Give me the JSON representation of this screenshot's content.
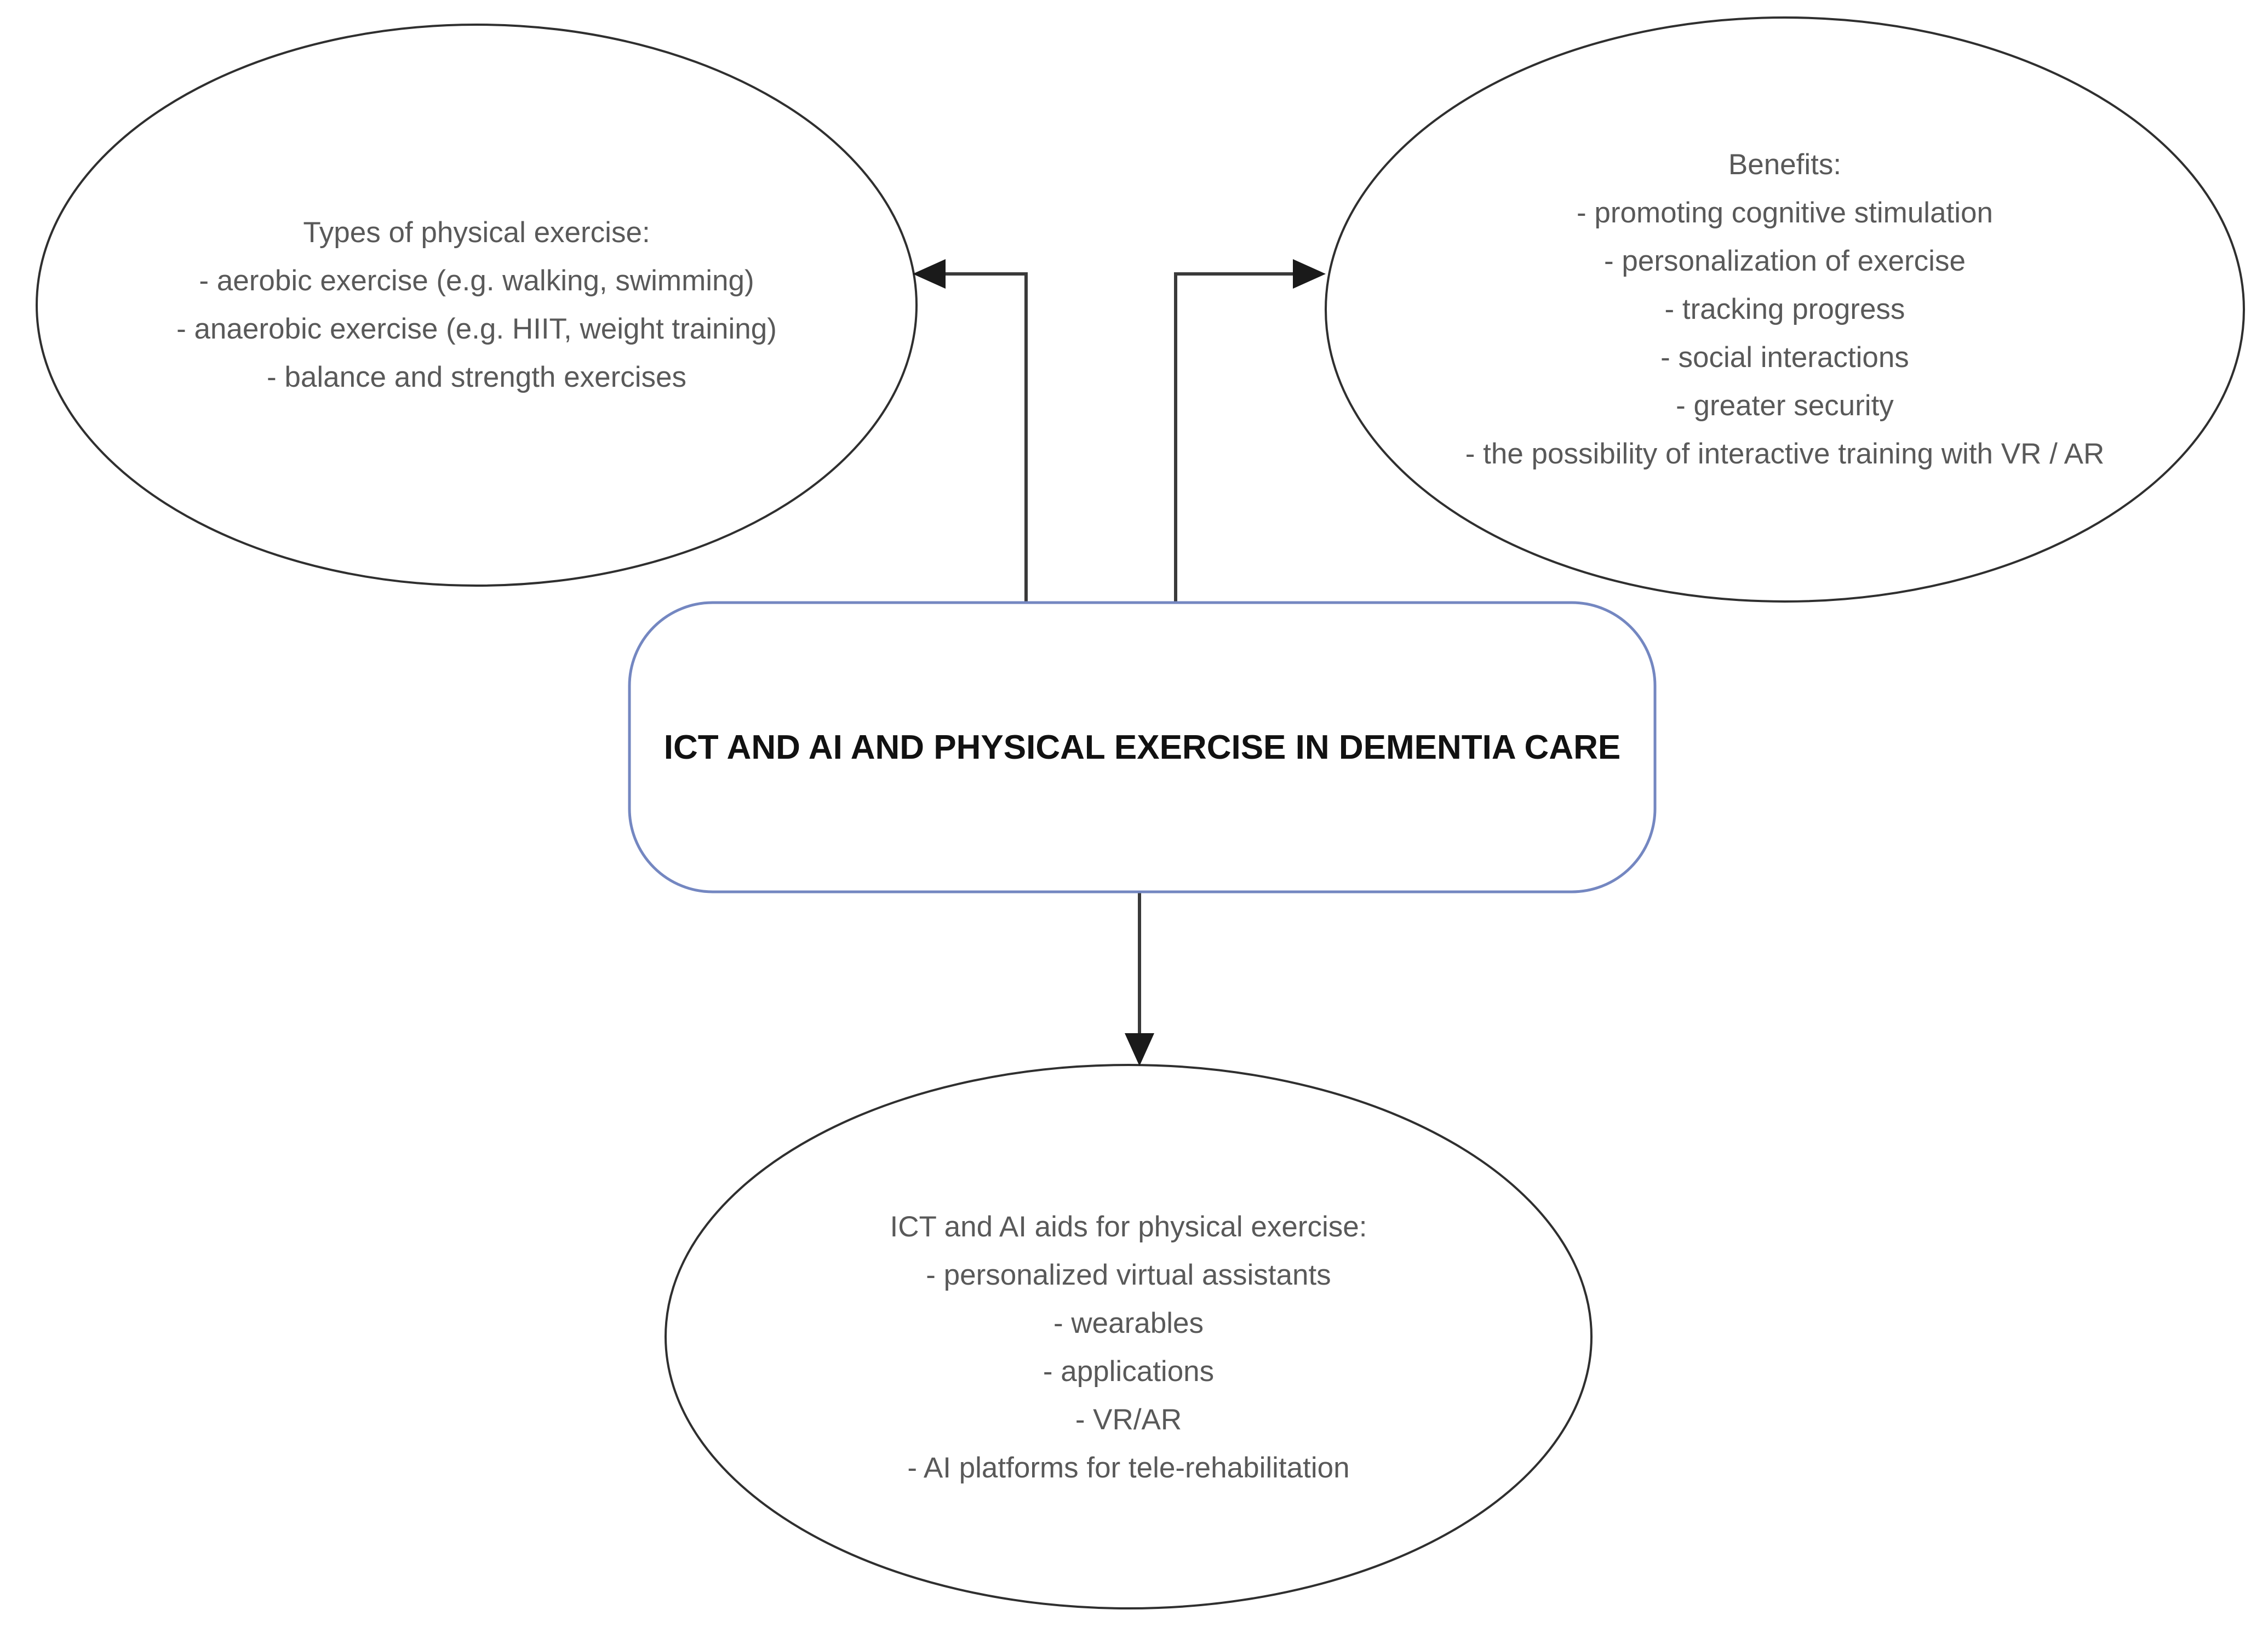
{
  "title_box": {
    "label": "ICT AND AI AND PHYSICAL EXERCISE IN DEMENTIA CARE"
  },
  "nodes": {
    "types": {
      "heading": "Types of physical exercise:",
      "items": [
        "- aerobic exercise (e.g. walking, swimming)",
        "- anaerobic exercise (e.g. HIIT, weight training)",
        "- balance and strength exercises"
      ]
    },
    "benefits": {
      "heading": "Benefits:",
      "items": [
        "- promoting cognitive stimulation",
        "- personalization of exercise",
        "- tracking progress",
        "- social interactions",
        "- greater security",
        "- the possibility of interactive training with VR / AR"
      ]
    },
    "aids": {
      "heading": "ICT and AI aids for physical exercise:",
      "items": [
        "- personalized virtual assistants",
        "- wearables",
        "- applications",
        "- VR/AR",
        "- AI platforms for tele-rehabilitation"
      ]
    }
  },
  "colors": {
    "background": "#ffffff",
    "ellipse_stroke": "#2f2f2f",
    "box_border_blue": "#7487c1",
    "body_text_gray": "#595959",
    "title_text": "#111111",
    "arrow": "#3a3a3a"
  }
}
